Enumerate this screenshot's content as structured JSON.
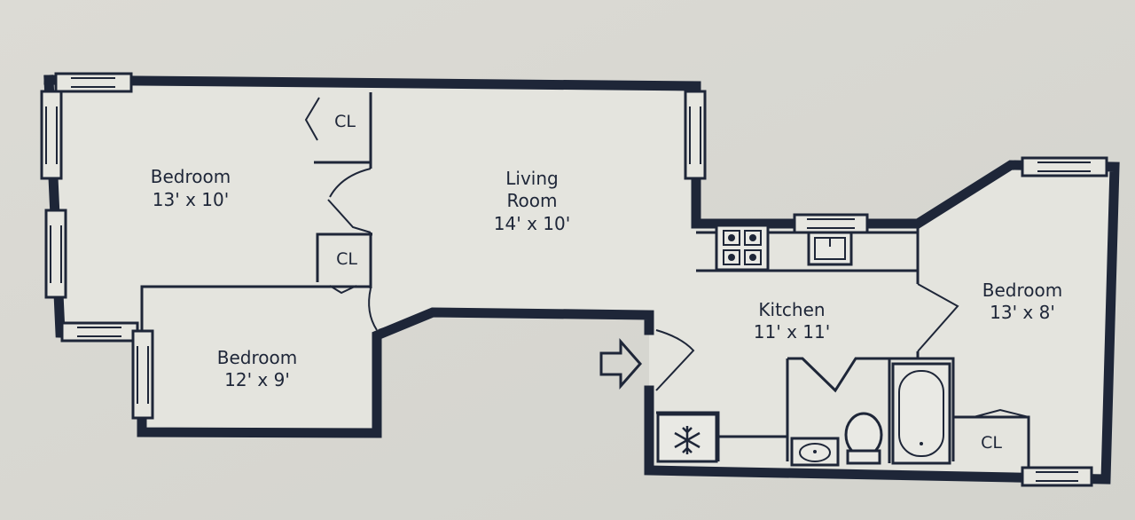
{
  "plan": {
    "rooms": [
      {
        "id": "bedroom-a",
        "name": "Bedroom",
        "size": "13' x 10'"
      },
      {
        "id": "living",
        "name": "Living",
        "name2": "Room",
        "size": "14' x 10'"
      },
      {
        "id": "bedroom-b",
        "name": "Bedroom",
        "size": "12' x 9'"
      },
      {
        "id": "kitchen",
        "name": "Kitchen",
        "size": "11' x 11'"
      },
      {
        "id": "bedroom-c",
        "name": "Bedroom",
        "size": "13' x 8'"
      }
    ],
    "closets": [
      "CL",
      "CL",
      "CL"
    ],
    "icons": {
      "entrance": "arrow-right-icon",
      "refrigerator": "snowflake-icon",
      "stove": "stove-icon",
      "sink": "sink-icon",
      "toilet": "toilet-icon",
      "bathtub": "bathtub-icon"
    },
    "colors": {
      "wall": "#1e2638",
      "background": "#d9d8d2"
    }
  }
}
